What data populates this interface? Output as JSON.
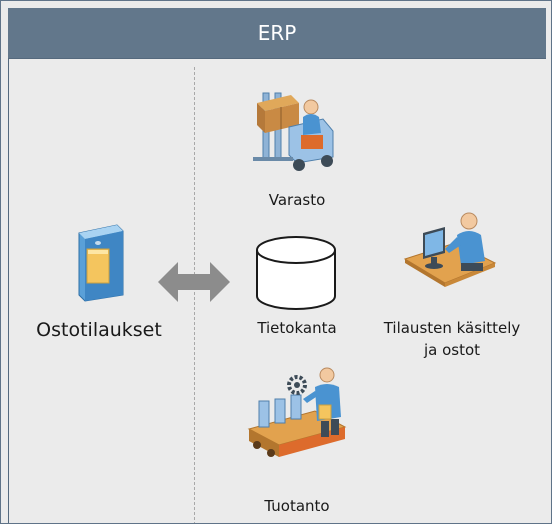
{
  "header": {
    "title": "ERP"
  },
  "nodes": {
    "ostotilaukset": "Ostotilaukset",
    "varasto": "Varasto",
    "tietokanta": "Tietokanta",
    "tilausten_line1": "Tilausten käsittely",
    "tilausten_line2": "ja ostot",
    "tuotanto": "Tuotanto"
  },
  "icons": {
    "order_document": "order-document-icon",
    "forklift": "forklift-icon",
    "database": "database-cylinder-icon",
    "workstation": "worker-at-computer-icon",
    "production": "assembly-line-icon",
    "arrow": "double-arrow-icon"
  }
}
